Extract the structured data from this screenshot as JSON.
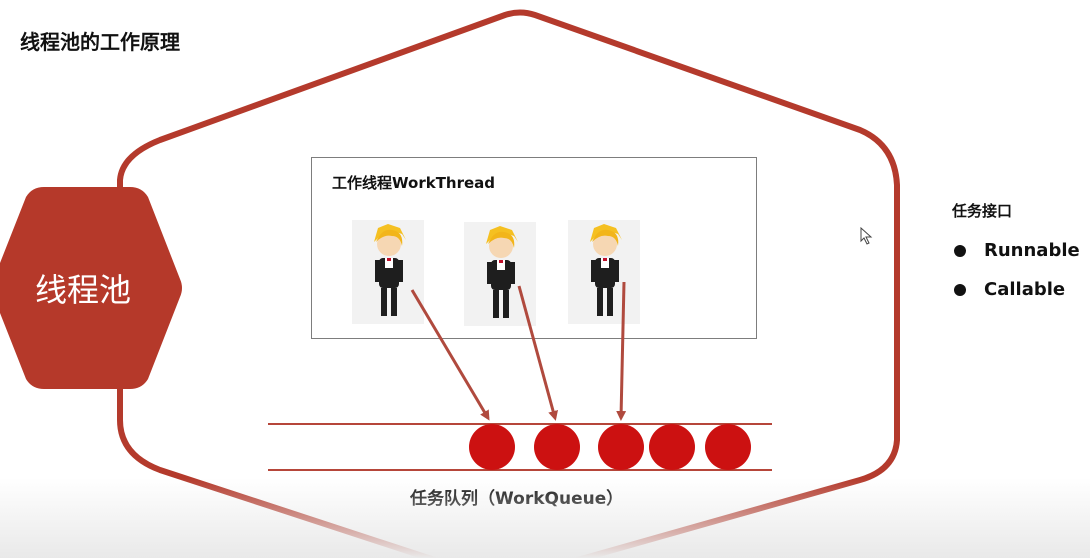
{
  "title": "线程池的工作原理",
  "pool": {
    "label": "线程池"
  },
  "work_thread": {
    "label": "工作线程WorkThread",
    "workers": [
      "worker",
      "worker",
      "worker"
    ]
  },
  "work_queue": {
    "label": "任务队列（WorkQueue）",
    "task_count": 5
  },
  "task_interfaces": {
    "title": "任务接口",
    "items": [
      "Runnable",
      "Callable"
    ]
  },
  "colors": {
    "pool_red": "#b5392a",
    "outline_red": "#b43a2c",
    "task_red": "#cc1111",
    "arrow_red": "#b04a3e"
  },
  "icons": [
    "mouse-cursor-icon",
    "bullet-icon"
  ]
}
